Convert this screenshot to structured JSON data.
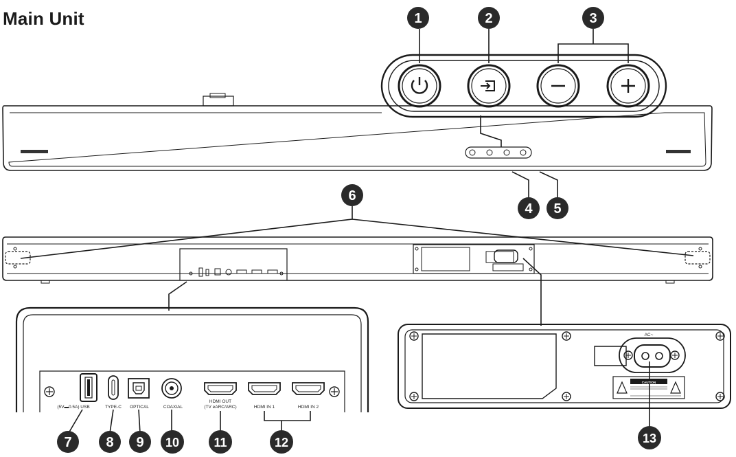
{
  "title": "Main Unit",
  "callouts": [
    "1",
    "2",
    "3",
    "4",
    "5",
    "6",
    "7",
    "8",
    "9",
    "10",
    "11",
    "12",
    "13"
  ],
  "port_labels": {
    "usb": "(5V▬0.5A) USB",
    "typec": "TYPE-C",
    "optical": "OPTICAL",
    "coaxial": "COAXIAL",
    "hdmi_out_1": "HDMI OUT",
    "hdmi_out_2": "(TV eARC/ARC)",
    "hdmi_in1": "HDMI IN 1",
    "hdmi_in2": "HDMI IN 2"
  },
  "ac_label": "AC~",
  "caution_label": "CAUTION",
  "icons": [
    "power-icon",
    "input-icon",
    "minus-icon",
    "plus-icon",
    "screw-icon",
    "warning-icon"
  ]
}
